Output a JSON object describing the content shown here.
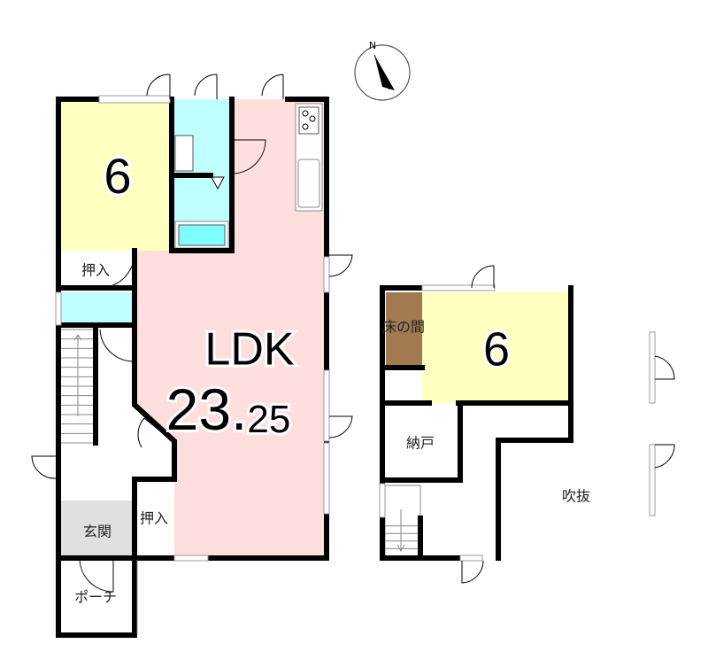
{
  "title": "Floor plan",
  "compass": {
    "label": "N"
  },
  "floor1": {
    "bedroom": {
      "label": "6",
      "color": "#ffffc0"
    },
    "ldk": {
      "label": "LDK",
      "area_main": "23.",
      "area_decimal": "25",
      "color": "#ffdede"
    },
    "closet1": {
      "label": "押入"
    },
    "closet2": {
      "label": "押入"
    },
    "entrance": {
      "label": "玄関",
      "color": "#e0e0e0"
    },
    "porch": {
      "label": "ポーチ"
    },
    "wet_color": "#bfffff"
  },
  "floor2": {
    "bedroom": {
      "label": "6",
      "color": "#ffffc0"
    },
    "tokonoma": {
      "label": "床の間",
      "color": "#a27a52"
    },
    "storage": {
      "label": "納戸"
    },
    "void": {
      "label": "吹抜"
    }
  }
}
